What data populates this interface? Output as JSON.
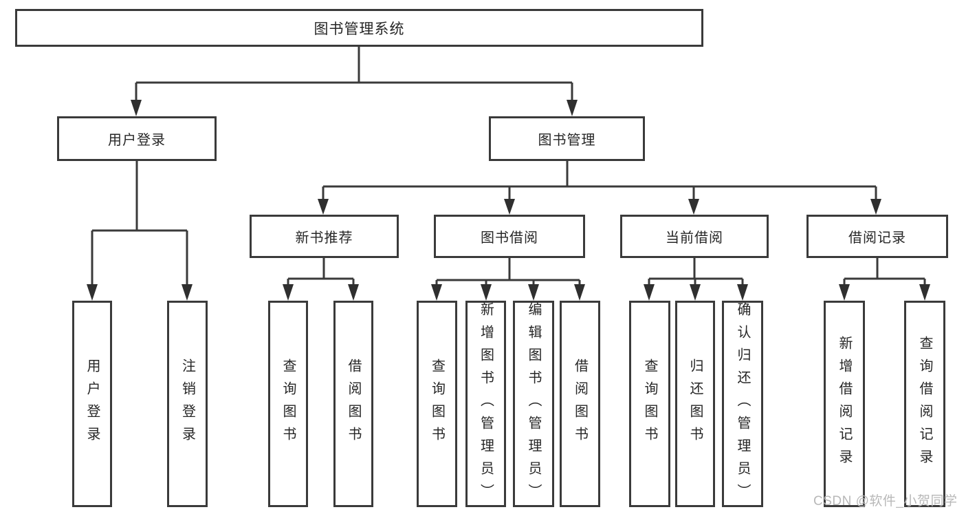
{
  "diagram_type": "functional-structure-tree",
  "colors": {
    "line": "#3a3a3a",
    "box_border": "#3a3a3a",
    "box_fill": "#ffffff",
    "text": "#262626",
    "background": "#ffffff",
    "watermark": "#b8b8b8"
  },
  "watermark": {
    "text": "CSDN @软件_小贺同学"
  },
  "tree": {
    "label": "图书管理系统",
    "children": [
      {
        "label": "用户登录",
        "children": [
          {
            "label": "用户登录"
          },
          {
            "label": "注销登录"
          }
        ]
      },
      {
        "label": "图书管理",
        "children": [
          {
            "label": "新书推荐",
            "children": [
              {
                "label": "查询图书"
              },
              {
                "label": "借阅图书"
              }
            ]
          },
          {
            "label": "图书借阅",
            "children": [
              {
                "label": "查询图书"
              },
              {
                "label": "新增图书（管理员）"
              },
              {
                "label": "编辑图书（管理员）"
              },
              {
                "label": "借阅图书"
              }
            ]
          },
          {
            "label": "当前借阅",
            "children": [
              {
                "label": "查询图书"
              },
              {
                "label": "归还图书"
              },
              {
                "label": "确认归还（管理员）"
              }
            ]
          },
          {
            "label": "借阅记录",
            "children": [
              {
                "label": "新增借阅记录"
              },
              {
                "label": "查询借阅记录"
              }
            ]
          }
        ]
      }
    ]
  }
}
